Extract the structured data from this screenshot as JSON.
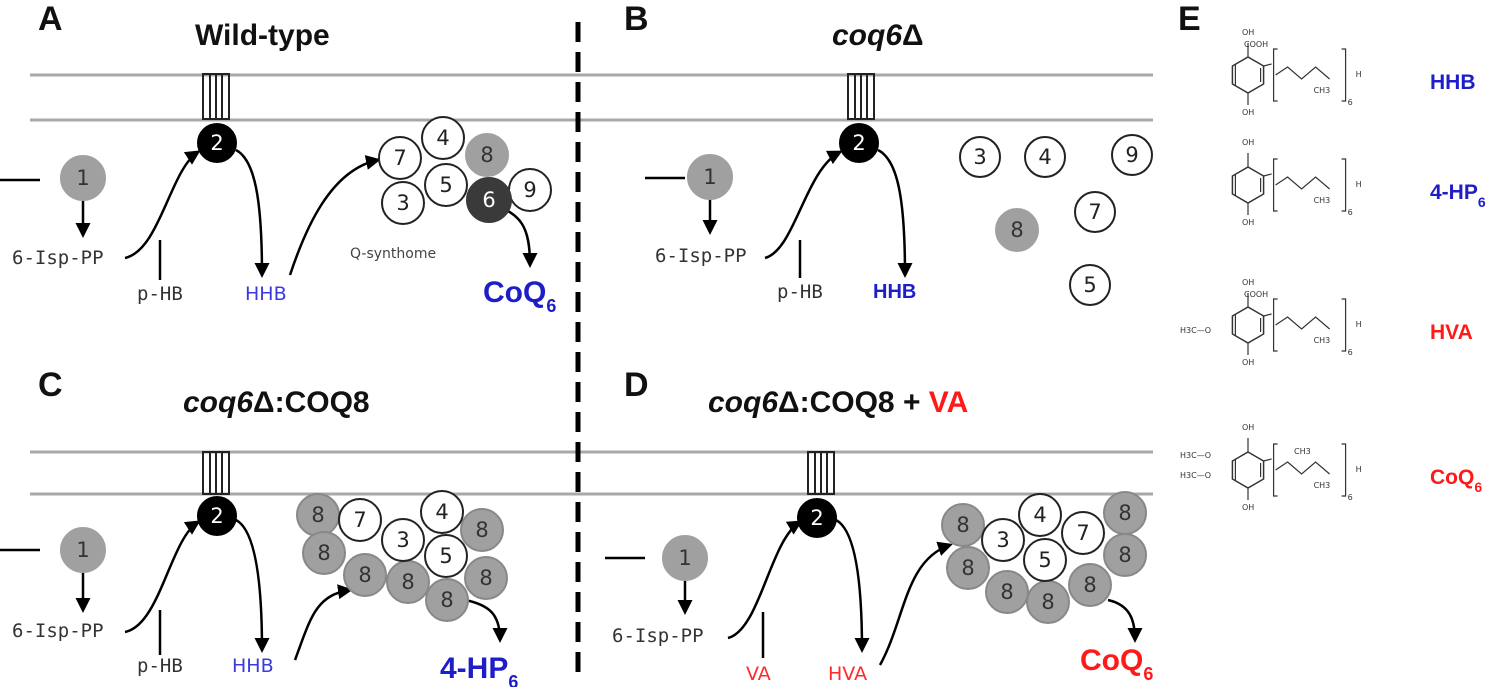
{
  "panels": {
    "A": {
      "letter": "A",
      "title": "Wild-type"
    },
    "B": {
      "letter": "B",
      "title_italic": "coq6",
      "title_suffix": "Δ"
    },
    "C": {
      "letter": "C",
      "title_italic": "coq6",
      "title_suffix": "Δ:COQ8"
    },
    "D": {
      "letter": "D",
      "title_italic": "coq6",
      "title_suffix": "Δ:COQ8 + ",
      "title_red": "VA"
    },
    "E": {
      "letter": "E"
    }
  },
  "labels": {
    "isp": "6-Isp-PP",
    "phb": "p-HB",
    "hhb": "HHB",
    "va": "VA",
    "hva": "HVA",
    "q_synthome": "Q-synthome"
  },
  "products": {
    "coq": "CoQ",
    "coq_sub": "6",
    "hp": "4-HP",
    "hp_sub": "6",
    "hhb_bold": "HHB"
  },
  "enzymes": {
    "n1": "1",
    "n2": "2",
    "n3": "3",
    "n4": "4",
    "n5": "5",
    "n6": "6",
    "n7": "7",
    "n8": "8",
    "n9": "9"
  },
  "structures": [
    {
      "name": "HHB",
      "sub": "",
      "color": "#1e1ec8"
    },
    {
      "name": "4-HP",
      "sub": "6",
      "color": "#1e1ec8"
    },
    {
      "name": "HVA",
      "sub": "",
      "color": "#ff1a1a"
    },
    {
      "name": "CoQ",
      "sub": "6",
      "color": "#ff1a1a"
    }
  ],
  "structure_atoms": {
    "oh": "OH",
    "cooh": "COOH",
    "h": "H",
    "ch3": "CH3",
    "n": "6",
    "h3co": "H3C—O"
  },
  "colors": {
    "membrane": "#a8a8a8",
    "grey_enzyme": "#a0a0a0",
    "dark_enzyme": "#3a3a3a",
    "black_enzyme": "#000000",
    "blue": "#1e1ec8",
    "red": "#ff1a1a"
  }
}
